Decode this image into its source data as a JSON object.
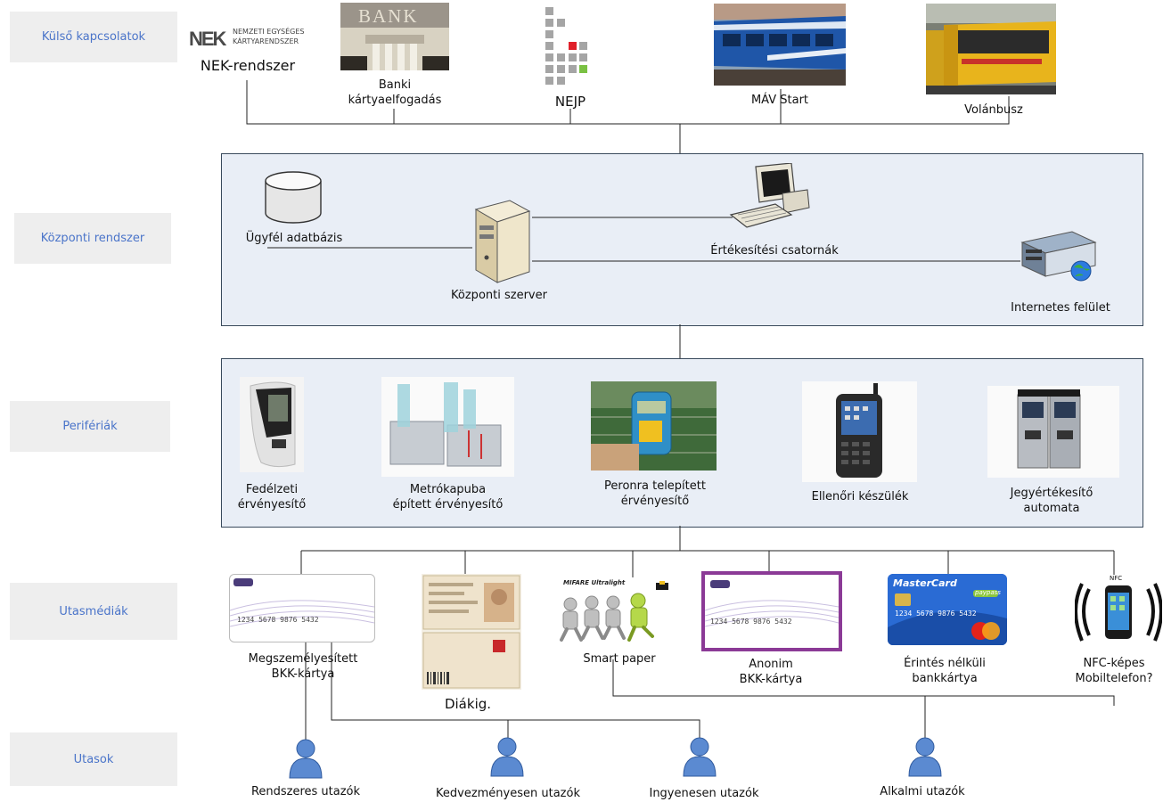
{
  "rows": {
    "external": "Külső kapcsolatok",
    "central": "Központi rendszer",
    "peripherals": "Perifériák",
    "media": "Utasmédiák",
    "passengers": "Utasok"
  },
  "external": {
    "nek_logo_line1": "NEMZETI EGYSÉGES",
    "nek_logo_line2": "KÁRTYARENDSZER",
    "nek": "NEK-rendszer",
    "bank_sign": "BANK",
    "bank_line1": "Banki",
    "bank_line2": "kártyaelfogadás",
    "nejp": "NEJP",
    "mav": "MÁV Start",
    "volan": "Volánbusz"
  },
  "central": {
    "db": "Ügyfél adatbázis",
    "sales": "Értékesítési csatornák",
    "server": "Központi szerver",
    "internet": "Internetes felület"
  },
  "peripherals": {
    "onboard": [
      "Fedélzeti",
      "érvényesítő"
    ],
    "metro": [
      "Metrókapuba",
      "épített érvényesítő"
    ],
    "platform": [
      "Peronra telepített",
      "érvényesítő"
    ],
    "inspector": [
      "Ellenőri készülék"
    ],
    "vending": [
      "Jegyértékesítő",
      "automata"
    ]
  },
  "media": {
    "personal": [
      "Megszemélyesített",
      "BKK-kártya"
    ],
    "student": "Diákig.",
    "smart": "Smart paper",
    "mifare": "MIFARE Ultralight",
    "anon": [
      "Anonim",
      "BKK-kártya"
    ],
    "bank": [
      "Érintés nélküli",
      "bankkártya"
    ],
    "mastercard": "MasterCard",
    "paypass": "paypass",
    "nfc_tag": "NFC",
    "nfc": [
      "NFC-képes",
      "Mobiltelefon?"
    ],
    "card_number": "1234  5678  9876  5432"
  },
  "passengers": {
    "regular": "Rendszeres utazók",
    "discount": "Kedvezményesen utazók",
    "free": "Ingyenesen utazók",
    "occasional": "Alkalmi utazók"
  },
  "colors": {
    "panel": "#e9eef6",
    "band": "#eeeeee",
    "band_text": "#4a74c9",
    "person": "#5b8ad1"
  }
}
